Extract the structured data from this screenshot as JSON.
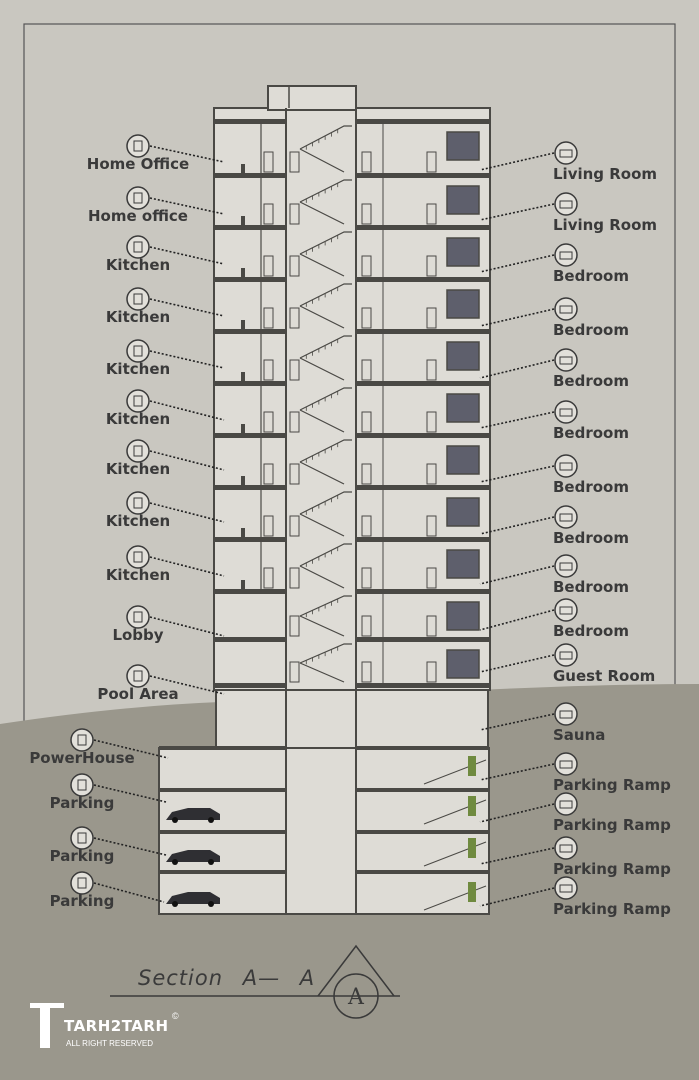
{
  "title": "Section A— A",
  "section_marker": "A",
  "brand": {
    "name": "TARH2TARH",
    "copyright": "©",
    "subtitle": "ALL RIGHT RESERVED"
  },
  "left_labels": [
    {
      "text": "Home Office",
      "icon": "desk-icon"
    },
    {
      "text": "Home office",
      "icon": "desk-icon"
    },
    {
      "text": "Kitchen",
      "icon": "fridge-icon"
    },
    {
      "text": "Kitchen",
      "icon": "fridge-icon"
    },
    {
      "text": "Kitchen",
      "icon": "fridge-icon"
    },
    {
      "text": "Kitchen",
      "icon": "fridge-icon"
    },
    {
      "text": "Kitchen",
      "icon": "fridge-icon"
    },
    {
      "text": "Kitchen",
      "icon": "fridge-icon"
    },
    {
      "text": "Kitchen",
      "icon": "fridge-icon"
    },
    {
      "text": "Lobby",
      "icon": "reception-icon"
    },
    {
      "text": "Pool Area",
      "icon": "pool-icon"
    },
    {
      "text": "PowerHouse",
      "icon": "house-icon"
    },
    {
      "text": "Parking",
      "icon": "car-icon"
    },
    {
      "text": "Parking",
      "icon": "car-icon"
    },
    {
      "text": "Parking",
      "icon": "car-icon"
    }
  ],
  "right_labels": [
    {
      "text": "Living Room",
      "icon": "tv-icon"
    },
    {
      "text": "Living Room",
      "icon": "tv-icon"
    },
    {
      "text": "Bedroom",
      "icon": "bed-icon"
    },
    {
      "text": "Bedroom",
      "icon": "bed-icon"
    },
    {
      "text": "Bedroom",
      "icon": "bed-icon"
    },
    {
      "text": "Bedroom",
      "icon": "bed-icon"
    },
    {
      "text": "Bedroom",
      "icon": "bed-icon"
    },
    {
      "text": "Bedroom",
      "icon": "bed-icon"
    },
    {
      "text": "Bedroom",
      "icon": "bed-icon"
    },
    {
      "text": "Bedroom",
      "icon": "bed-icon"
    },
    {
      "text": "Guest Room",
      "icon": "bed-icon"
    },
    {
      "text": "Sauna",
      "icon": "sauna-icon"
    },
    {
      "text": "Parking Ramp",
      "icon": "ramp-icon"
    },
    {
      "text": "Parking Ramp",
      "icon": "ramp-icon"
    },
    {
      "text": "Parking Ramp",
      "icon": "ramp-icon"
    },
    {
      "text": "Parking Ramp",
      "icon": "ramp-icon"
    }
  ],
  "colors": {
    "sky": "#c9c7c0",
    "ground": "#9a978c",
    "building": "#dedcd6",
    "wall": "#4a4945",
    "window": "#5e5f6c",
    "text": "#3a3a3a",
    "plant": "#6f8a3f"
  }
}
